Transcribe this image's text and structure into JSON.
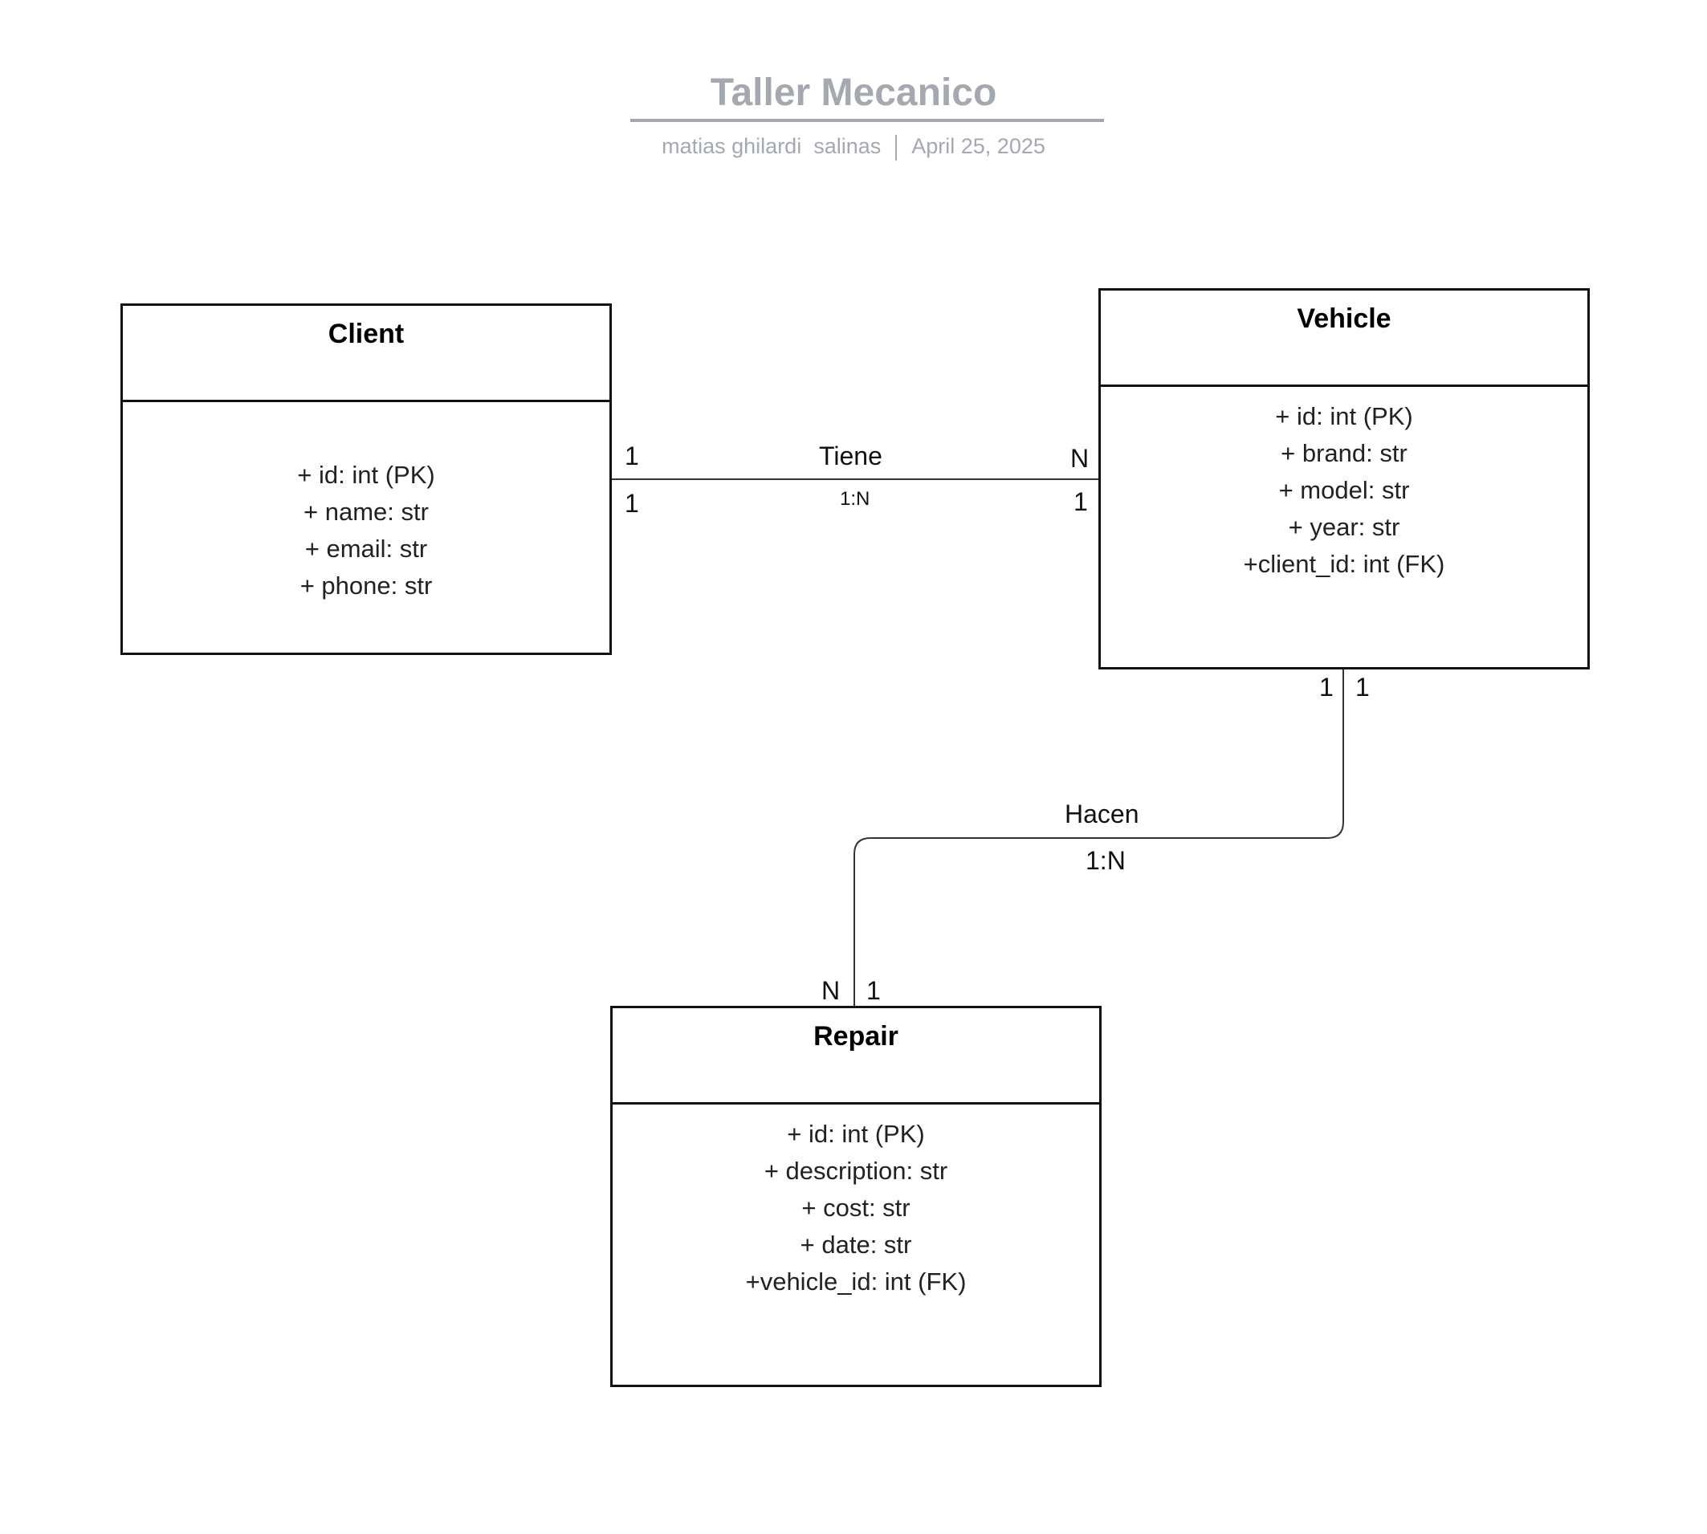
{
  "header": {
    "title": "Taller Mecanico",
    "author": "matias ghilardi  salinas",
    "date": "April 25, 2025"
  },
  "entities": {
    "client": {
      "name": "Client",
      "attributes": [
        "+ id: int (PK)",
        "+ name: str",
        "+ email: str",
        "+ phone: str"
      ]
    },
    "vehicle": {
      "name": "Vehicle",
      "attributes": [
        "+ id: int (PK)",
        "+ brand: str",
        "+ model: str",
        "+ year: str",
        "+client_id: int (FK)"
      ]
    },
    "repair": {
      "name": "Repair",
      "attributes": [
        "+ id: int (PK)",
        "+ description: str",
        "+ cost: str",
        "+ date: str",
        "+vehicle_id: int (FK)"
      ]
    }
  },
  "relationships": {
    "tiene": {
      "label": "Tiene",
      "cardinality": "1:N",
      "client_end_top": "1",
      "client_end_bottom": "1",
      "vehicle_end_top": "N",
      "vehicle_end_bottom": "1"
    },
    "hacen": {
      "label": "Hacen",
      "cardinality": "1:N",
      "vehicle_end_left": "1",
      "vehicle_end_right": "1",
      "repair_end_left": "N",
      "repair_end_right": "1"
    }
  }
}
